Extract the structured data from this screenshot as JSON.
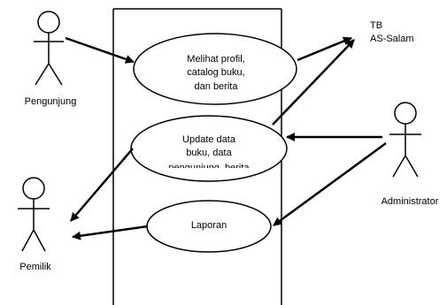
{
  "actors": {
    "pengunjung": "Pengunjung",
    "pemilik": "Pemilik",
    "administrator": "Administrator"
  },
  "use_cases": {
    "melihat": [
      "Melihat profil,",
      "catalog buku,",
      "dan berita"
    ],
    "update": [
      "Update data",
      "buku, data",
      "pengunjung, berita"
    ],
    "laporan": "Laporan"
  },
  "external": [
    "TB",
    "AS-Salam"
  ]
}
